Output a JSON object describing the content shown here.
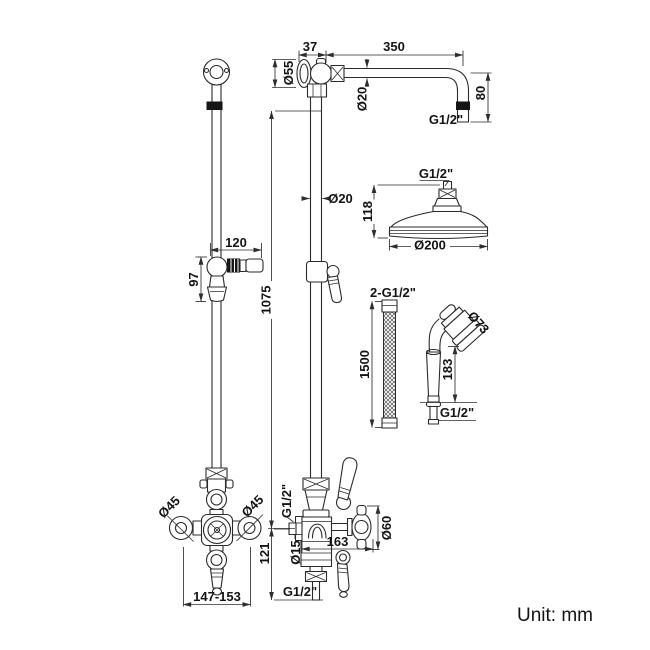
{
  "drawing": {
    "unit_note": "Unit: mm",
    "shower_arm": {
      "wall_offset": "37",
      "arm_length": "350",
      "flange_dia": "Ø55",
      "pipe_dia": "Ø20",
      "drop_height": "80",
      "outlet_thread": "G1/2\""
    },
    "shower_head": {
      "inlet_thread": "G1/2\"",
      "head_height": "118",
      "head_dia": "Ø200"
    },
    "riser_pipe": {
      "pipe_dia": "Ø20",
      "riser_height": "1075"
    },
    "slider": {
      "handle_length": "120",
      "bracket_height": "97"
    },
    "hose": {
      "end_threads": "2-G1/2\"",
      "hose_length": "1500"
    },
    "handset": {
      "head_dia": "Ø73",
      "handle_length": "183",
      "inlet_thread": "G1/2\""
    },
    "valve_front": {
      "left_handle_dia": "Ø45",
      "right_handle_dia": "Ø45",
      "inlet_centers": "147-153"
    },
    "valve_side": {
      "top_thread": "G1/2\"",
      "inlet_pipe_dia": "Ø15",
      "outlet_drop": "121",
      "body_depth": "163",
      "handle_dia": "Ø60",
      "bottom_thread": "G1/2\""
    }
  }
}
